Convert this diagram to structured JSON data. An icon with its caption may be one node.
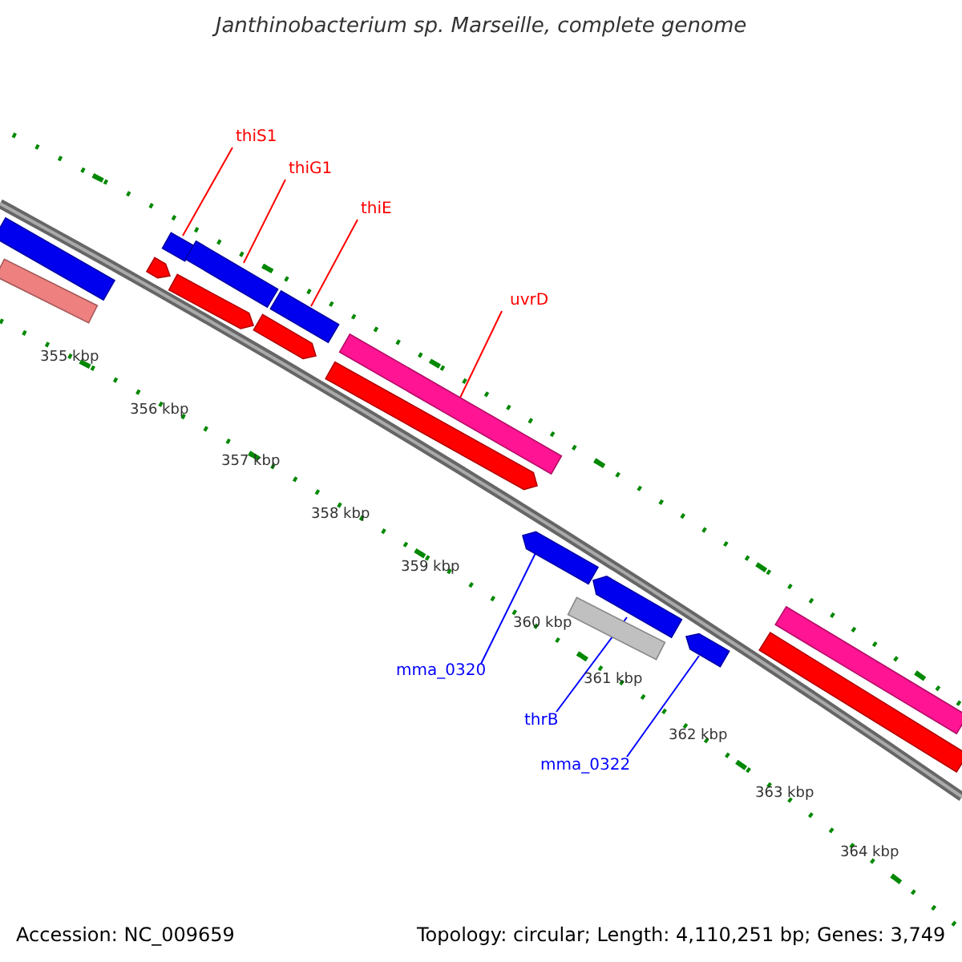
{
  "diagram": {
    "title": "Janthinobacterium sp. Marseille, complete genome",
    "nodes": [
      {
        "text": [
          "thiS1"
        ]
      },
      {
        "text": [
          "thiG1"
        ]
      },
      {
        "text": [
          "thiE"
        ]
      },
      {
        "text": [
          "uvrD"
        ]
      },
      {
        "text": [
          "mma_0320"
        ]
      },
      {
        "text": [
          "thrB"
        ]
      },
      {
        "text": [
          "mma_0322"
        ]
      },
      {
        "text": [],
        "shape": "bar"
      },
      {
        "text": [],
        "shape": "bar"
      },
      {
        "text": [],
        "shape": "bar"
      },
      {
        "text": [],
        "shape": "bar"
      },
      {
        "text": [],
        "shape": "bar"
      },
      {
        "text": [],
        "shape": "bar"
      },
      {
        "text": [],
        "shape": "bar"
      },
      {
        "text": [],
        "shape": "bar"
      },
      {
        "text": [],
        "shape": "bar"
      },
      {
        "text": [],
        "shape": "bar"
      },
      {
        "text": [],
        "shape": "bar"
      },
      {
        "text": [],
        "shape": "bar"
      },
      {
        "text": [],
        "shape": "bar"
      },
      {
        "text": [],
        "shape": "bar"
      },
      {
        "text": [],
        "shape": "bar"
      },
      {
        "text": [],
        "shape": "bar"
      }
    ],
    "edges": [
      {
        "from": 0,
        "to": 10,
        "arrow": "none"
      },
      {
        "from": 1,
        "to": 12,
        "arrow": "none"
      },
      {
        "from": 2,
        "to": 14,
        "arrow": "none"
      },
      {
        "from": 3,
        "to": 16,
        "arrow": "none"
      },
      {
        "from": 4,
        "to": 17,
        "arrow": "none",
        "color": "#0000ff"
      },
      {
        "from": 5,
        "to": 19,
        "arrow": "none",
        "color": "#0000ff"
      },
      {
        "from": 6,
        "to": 20,
        "arrow": "none",
        "color": "#0000ff"
      }
    ],
    "labels": [
      "355 kbp",
      "356 kbp",
      "357 kbp",
      "358 kbp",
      "359 kbp",
      "360 kbp",
      "361 kbp",
      "362 kbp",
      "363 kbp",
      "364 kbp",
      "Accession: NC_009659",
      "Topology: circular; Length: 4,110,251 bp; Genes: 3,749"
    ]
  }
}
